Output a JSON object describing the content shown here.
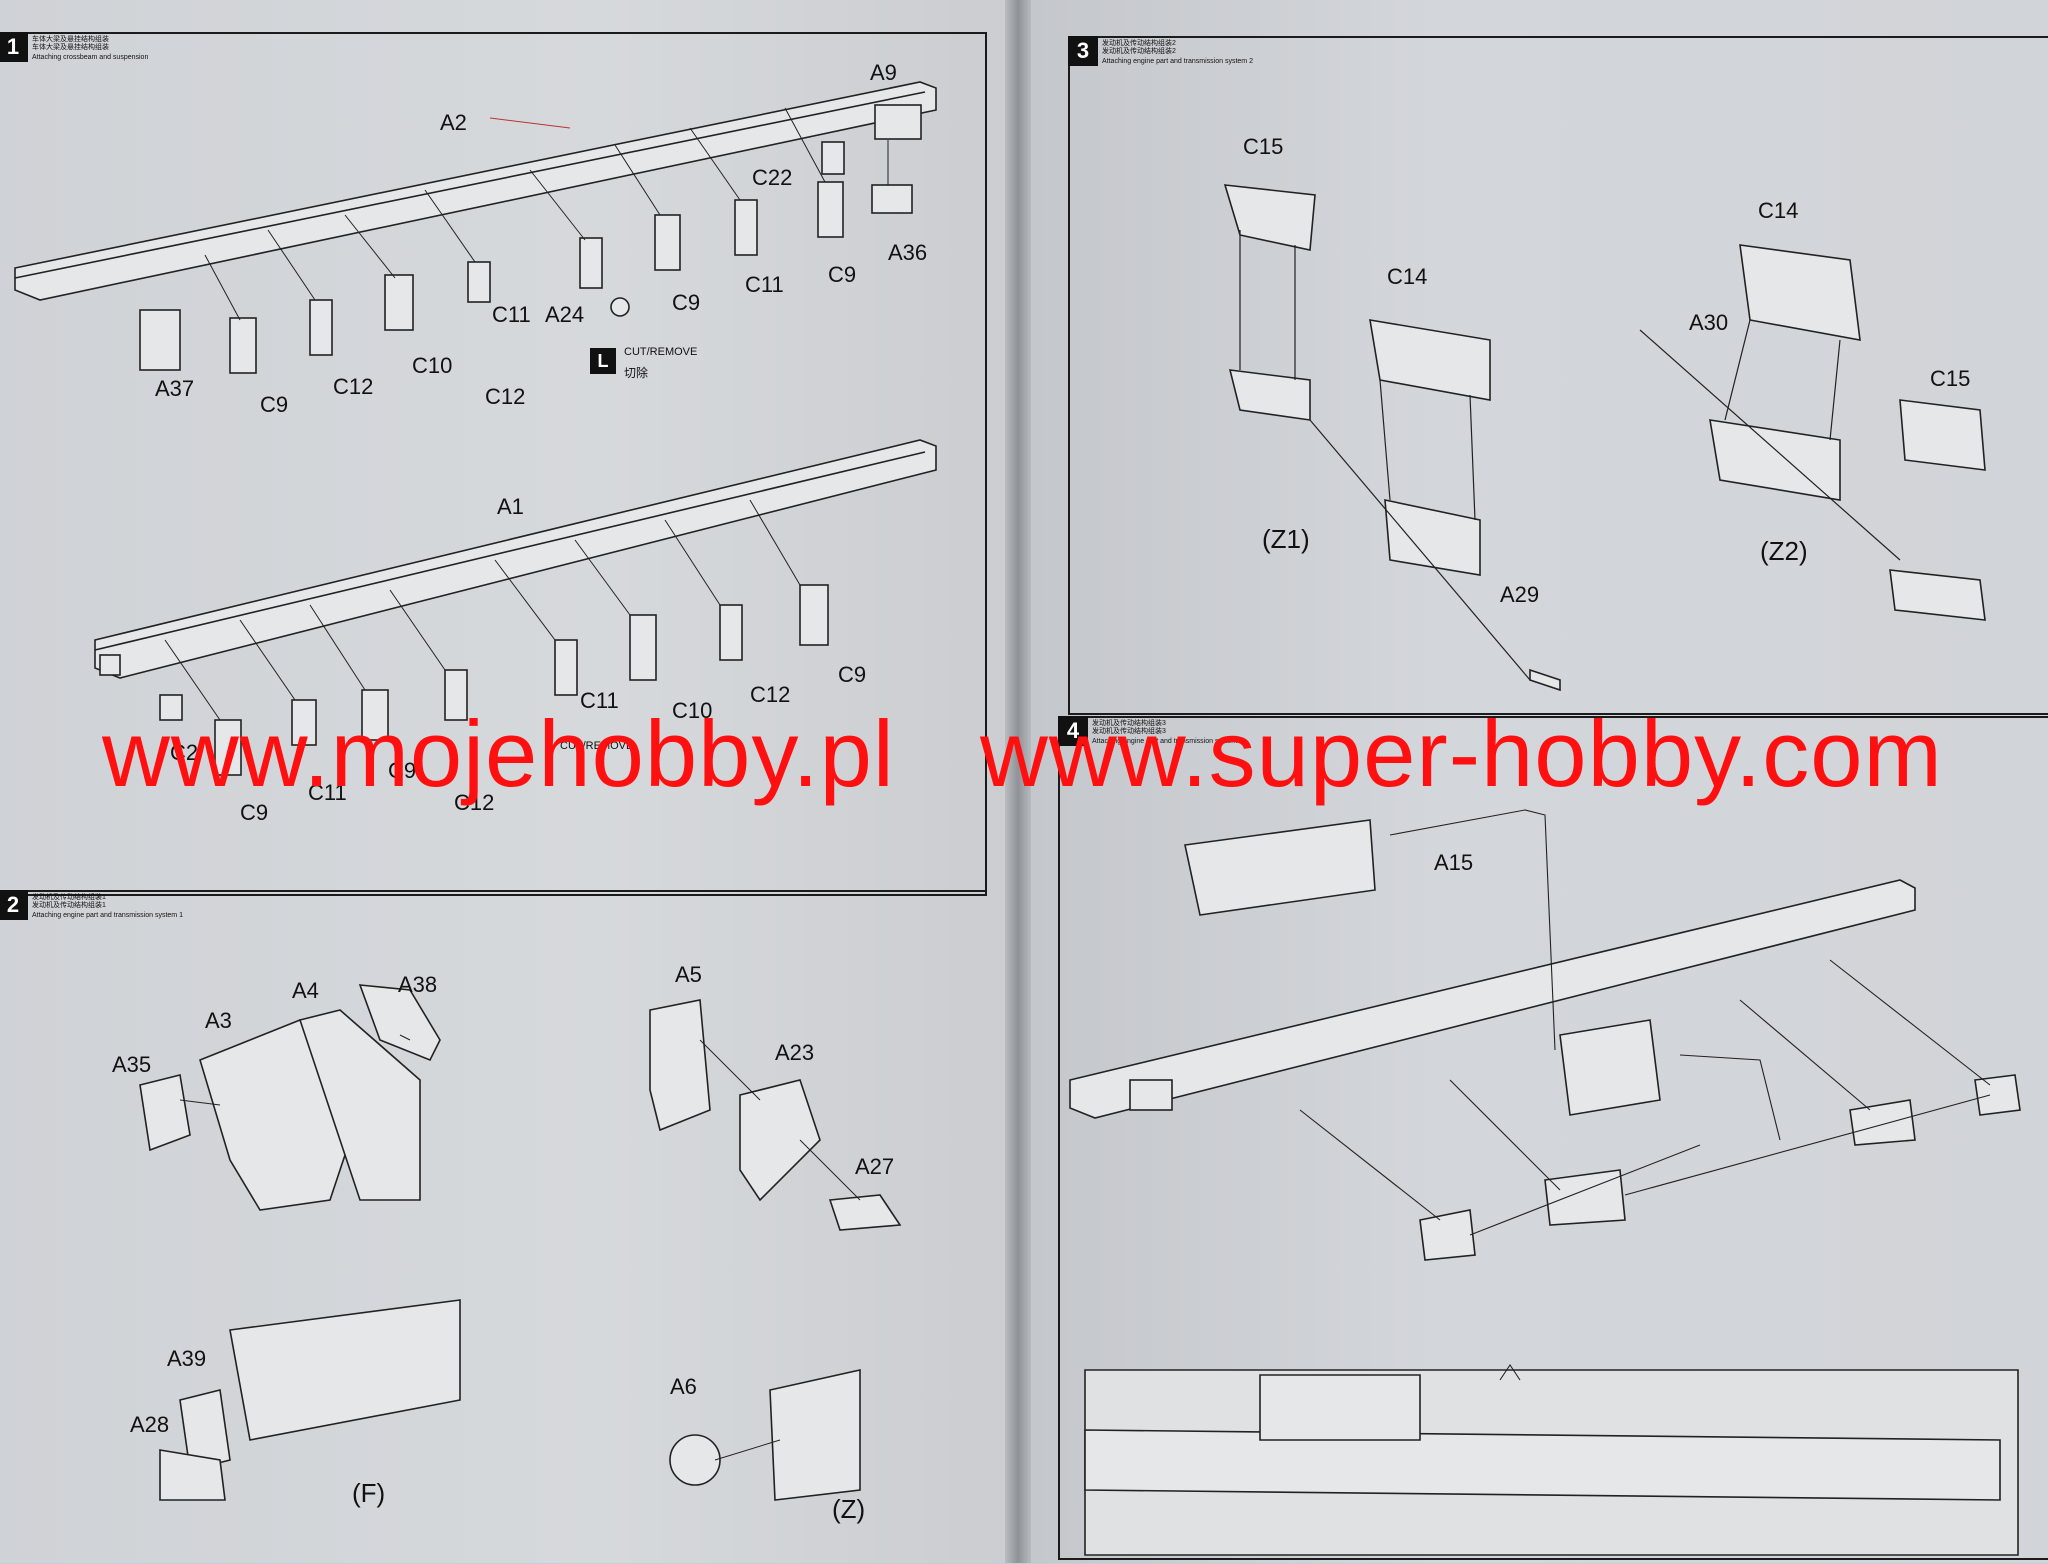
{
  "watermark": {
    "left_text": "www.mojehobby.pl",
    "right_text": "www.super-hobby.com",
    "color": "#ff0000"
  },
  "cut_remove": {
    "en": "CUT/REMOVE",
    "cn": "切除",
    "en_partial": "CUT/REMOVE"
  },
  "steps": {
    "step1": {
      "number": "1",
      "caption_cn": "车体大梁及悬挂结构组装\n车体大梁及悬挂结构组装",
      "caption_en": "Attaching crossbeam and suspension",
      "labels": {
        "a2": "A2",
        "a9": "A9",
        "c22": "C22",
        "a36": "A36",
        "c9a": "C9",
        "c11a": "C11",
        "c9b": "C9",
        "a24": "A24",
        "c11b": "C11",
        "c10a": "C10",
        "c12a": "C12",
        "c9c": "C9",
        "a37": "A37",
        "c12b": "C12",
        "a1": "A1",
        "c9d": "C9",
        "c12c": "C12",
        "c10b": "C10",
        "c11c": "C11",
        "c9e": "C9",
        "c11d": "C11",
        "c9f": "C9",
        "c2": "C2",
        "c12d": "C12"
      }
    },
    "step2": {
      "number": "2",
      "caption_cn": "发动机及传动结构组装1\n发动机及传动结构组装1",
      "caption_en": "Attaching engine part and transmission system 1",
      "labels": {
        "a35": "A35",
        "a3": "A3",
        "a4": "A4",
        "a38": "A38",
        "a5": "A5",
        "a23": "A23",
        "a27": "A27",
        "a39": "A39",
        "a28": "A28",
        "a6": "A6"
      },
      "groups": {
        "f": "(F)",
        "z": "(Z)"
      }
    },
    "step3": {
      "number": "3",
      "caption_cn": "发动机及传动结构组装2\n发动机及传动结构组装2",
      "caption_en": "Attaching engine part and transmission system 2",
      "labels": {
        "c15a": "C15",
        "c14a": "C14",
        "a29": "A29",
        "c14b": "C14",
        "a30": "A30",
        "c15b": "C15"
      },
      "groups": {
        "z1": "(Z1)",
        "z2": "(Z2)"
      }
    },
    "step4": {
      "number": "4",
      "caption_cn": "发动机及传动结构组装3\n发动机及传动结构组装3",
      "caption_en": "Attaching engine part and transmission system 3",
      "labels": {
        "a15": "A15"
      }
    }
  }
}
